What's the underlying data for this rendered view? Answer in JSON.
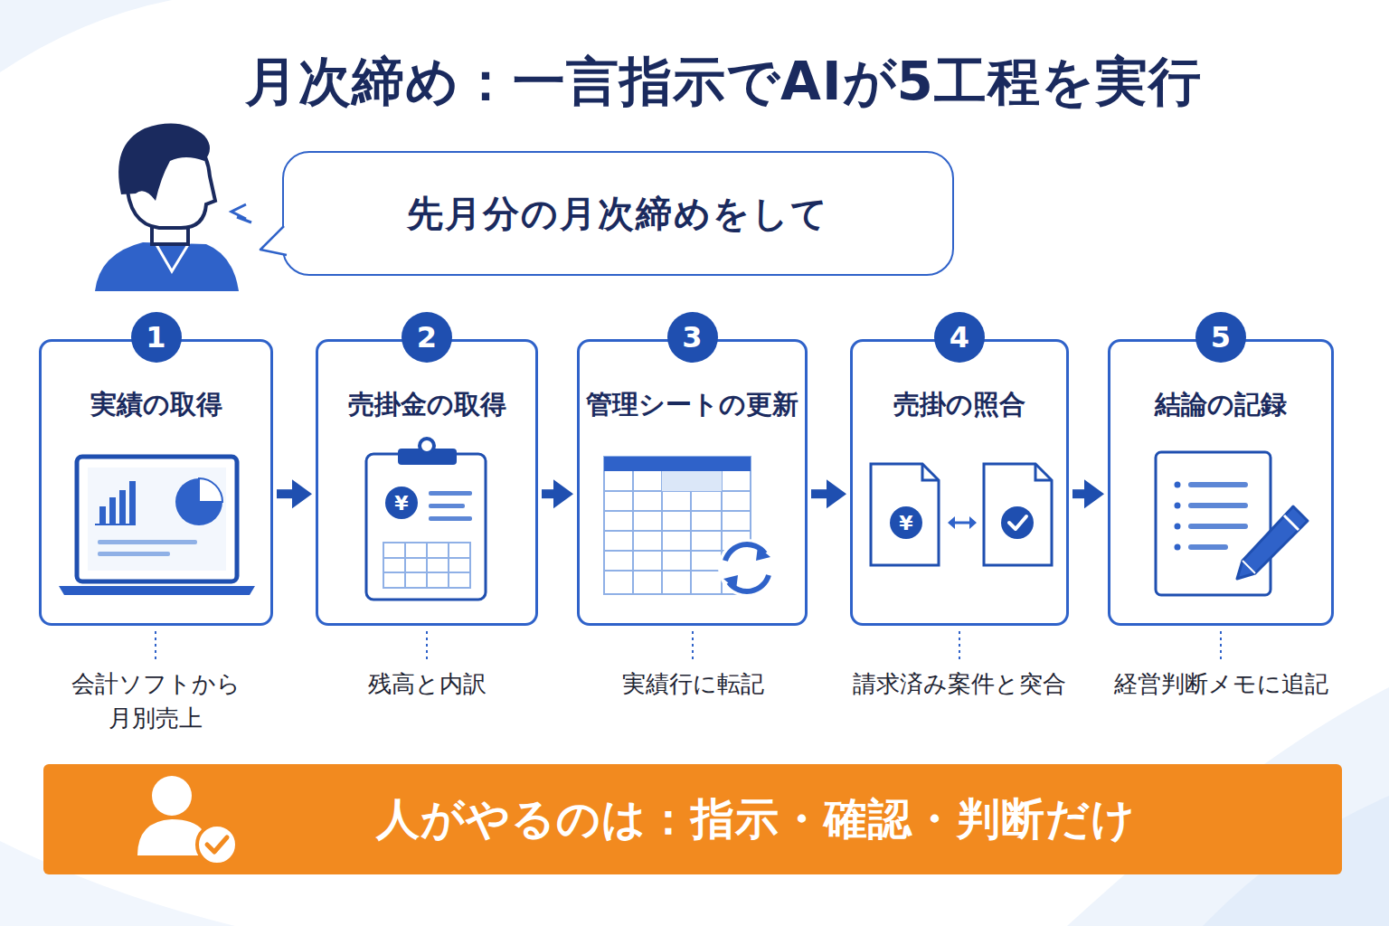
{
  "diagram": {
    "title": "月次締め：一言指示でAIが5工程を実行",
    "nodes": [
      {
        "text": [
          "先月分の月次締めをして"
        ]
      },
      {
        "text": [
          "実績の取得"
        ]
      },
      {
        "text": [
          "1"
        ],
        "in": 1
      },
      {
        "text": [
          "売掛金の取得"
        ]
      },
      {
        "text": [
          "2"
        ],
        "in": 3
      },
      {
        "text": [
          "管理シートの更新"
        ]
      },
      {
        "text": [
          "3"
        ],
        "in": 5
      },
      {
        "text": [
          "売掛の照合"
        ]
      },
      {
        "text": [
          "4"
        ],
        "in": 7
      },
      {
        "text": [
          "結論の記録"
        ]
      },
      {
        "text": [
          "5"
        ],
        "in": 9
      },
      {
        "text": [
          "人がやるのは：指示・確認・判断だけ"
        ]
      }
    ],
    "edges": [
      {
        "from": 1,
        "to": 3,
        "arrow": "to"
      },
      {
        "from": 3,
        "to": 5,
        "arrow": "to"
      },
      {
        "from": 5,
        "to": 7,
        "arrow": "to"
      },
      {
        "from": 7,
        "to": 9,
        "arrow": "to"
      }
    ],
    "labels": [
      "会計ソフトから 月別売上",
      "残高と内訳",
      "実績行に転記",
      "請求済み案件と突合",
      "経営判断メモに追記",
      "¥",
      "¥"
    ]
  }
}
